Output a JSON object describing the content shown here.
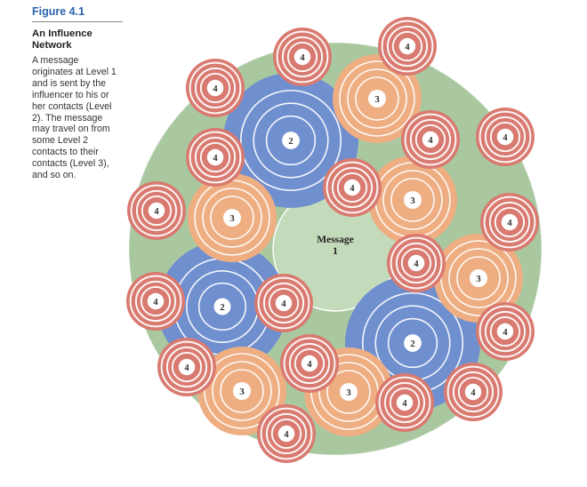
{
  "figure": {
    "label": "Figure 4.1",
    "title": "An Influence Network",
    "caption": "A message originates at Level 1 and is sent by the influencer to his or her contacts (Level 2). The message may travel on from some Level 2 contacts to their contacts (Level 3), and so on."
  },
  "diagram": {
    "center_label_line1": "Message",
    "center_label_line2": "1",
    "level_labels": {
      "2": "2",
      "3": "3",
      "4": "4"
    },
    "colors": {
      "outer_disc": "#a9c8a0",
      "center_disc": "#c4dbbb",
      "level2": "#6f8fcf",
      "level3": "#eeae82",
      "level4": "#d97a70"
    }
  }
}
